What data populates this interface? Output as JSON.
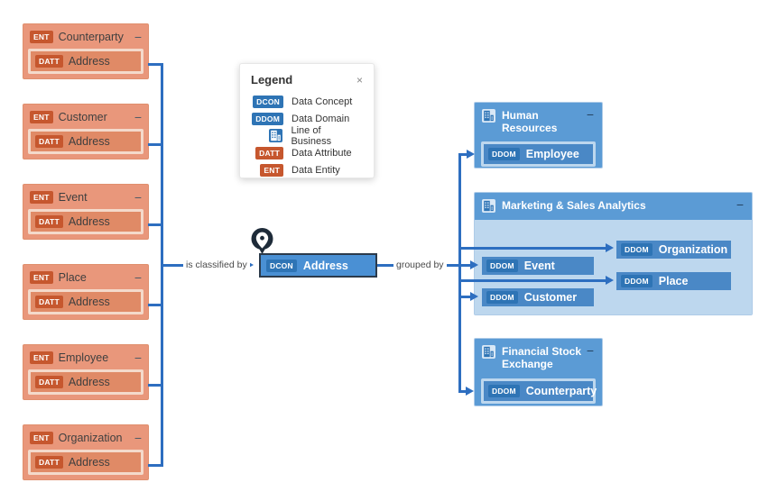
{
  "ui": {
    "collapse": "−",
    "close": "×"
  },
  "edge_labels": {
    "is_classified_by": "is classified by",
    "grouped_by": "grouped by"
  },
  "legend": {
    "title": "Legend",
    "items": [
      {
        "badge": "DCON",
        "label": "Data Concept"
      },
      {
        "badge": "DDOM",
        "label": "Data Domain"
      },
      {
        "badge": "",
        "icon": "line-of-business-icon",
        "label": "Line of Business"
      },
      {
        "badge": "DATT",
        "label": "Data Attribute"
      },
      {
        "badge": "ENT",
        "label": "Data Entity"
      }
    ]
  },
  "entities": [
    {
      "badge": "ENT",
      "title": "Counterparty",
      "attribute": {
        "badge": "DATT",
        "label": "Address"
      }
    },
    {
      "badge": "ENT",
      "title": "Customer",
      "attribute": {
        "badge": "DATT",
        "label": "Address"
      }
    },
    {
      "badge": "ENT",
      "title": "Event",
      "attribute": {
        "badge": "DATT",
        "label": "Address"
      }
    },
    {
      "badge": "ENT",
      "title": "Place",
      "attribute": {
        "badge": "DATT",
        "label": "Address"
      }
    },
    {
      "badge": "ENT",
      "title": "Employee",
      "attribute": {
        "badge": "DATT",
        "label": "Address"
      }
    },
    {
      "badge": "ENT",
      "title": "Organization",
      "attribute": {
        "badge": "DATT",
        "label": "Address"
      }
    }
  ],
  "concept": {
    "badge": "DCON",
    "label": "Address"
  },
  "lines_of_business": [
    {
      "title": "Human Resources",
      "domains": [
        {
          "badge": "DDOM",
          "label": "Employee"
        }
      ]
    },
    {
      "title": "Marketing & Sales Analytics",
      "domains": [
        {
          "badge": "DDOM",
          "label": "Event"
        },
        {
          "badge": "DDOM",
          "label": "Customer"
        },
        {
          "badge": "DDOM",
          "label": "Organization"
        },
        {
          "badge": "DDOM",
          "label": "Place"
        }
      ]
    },
    {
      "title": "Financial Stock Exchange",
      "domains": [
        {
          "badge": "DDOM",
          "label": "Counterparty"
        }
      ]
    }
  ],
  "colors": {
    "connector": "#2D6EC0",
    "entity_fill": "#E9977B",
    "attribute_fill": "#E08A66",
    "orange_badge": "#C6572E",
    "blue_badge": "#2E74B5",
    "lob_fill": "#5B9BD5",
    "lob_body_fill": "#BDD7EE",
    "domain_fill": "#4A88C6",
    "concept_fill": "#4A90D4",
    "concept_border": "#2B3A4B",
    "pin": "#1E2B39"
  }
}
